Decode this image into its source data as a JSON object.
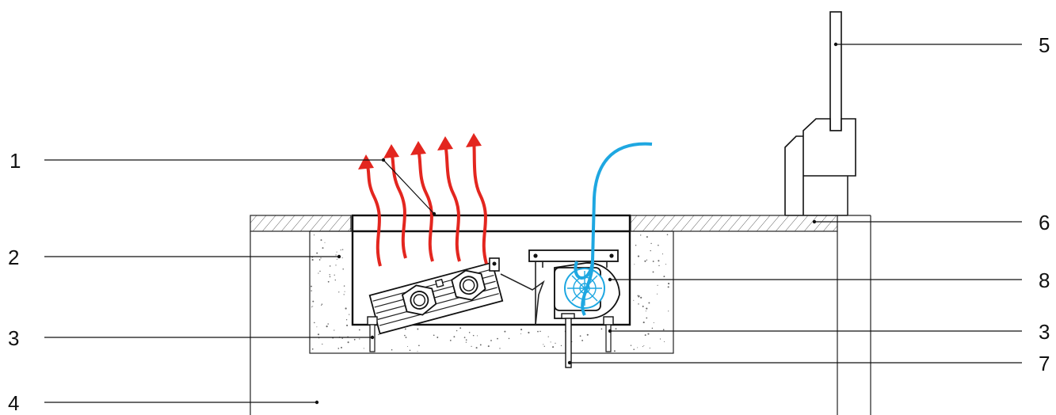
{
  "labels": {
    "l1": "1",
    "l2": "2",
    "l3_left": "3",
    "l4": "4",
    "l5": "5",
    "l6": "6",
    "l8": "8",
    "l3_right": "3",
    "l7": "7"
  },
  "colors": {
    "warm_air": "#e3261f",
    "cold_air": "#1ea7e1",
    "line": "#222222",
    "concrete_dot": "#666666"
  }
}
